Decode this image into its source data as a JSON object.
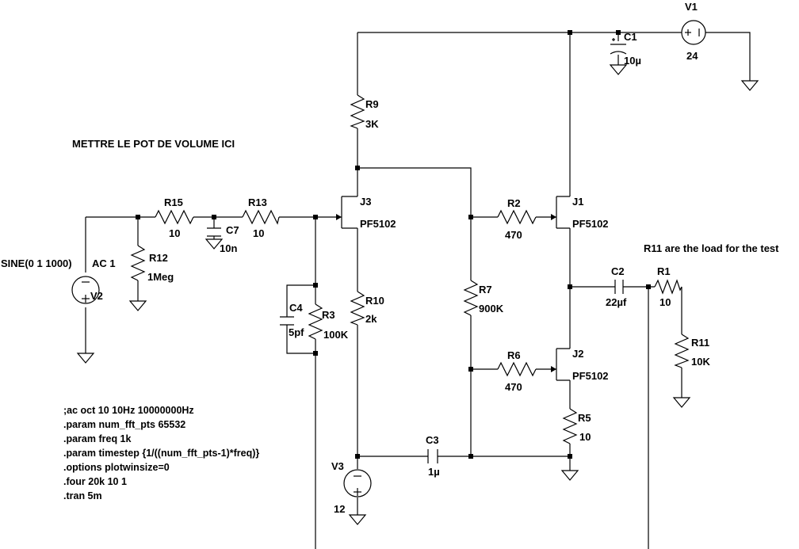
{
  "labels": {
    "v1": "V1",
    "v1_val": "24",
    "c1": "C1",
    "c1_val": "10µ",
    "r9": "R9",
    "r9_val": "3K",
    "r15": "R15",
    "r15_val": "10",
    "r13": "R13",
    "r13_val": "10",
    "c7": "C7",
    "c7_val": "10n",
    "r12": "R12",
    "r12_val": "1Meg",
    "v2_source": "SINE(0 1 1000)",
    "v2_ac": "AC 1",
    "v2": "V2",
    "j3": "J3",
    "j3_val": "PF5102",
    "c4": "C4",
    "c4_val": "5pf",
    "r3": "R3",
    "r3_val": "100K",
    "r10": "R10",
    "r10_val": "2k",
    "r7": "R7",
    "r7_val": "900K",
    "r2": "R2",
    "r2_val": "470",
    "j1": "J1",
    "j1_val": "PF5102",
    "r6": "R6",
    "r6_val": "470",
    "j2": "J2",
    "j2_val": "PF5102",
    "r5": "R5",
    "r5_val": "10",
    "c2": "C2",
    "c2_val": "22µf",
    "r1": "R1",
    "r1_val": "10",
    "r11": "R11",
    "r11_val": "10K",
    "c3": "C3",
    "c3_val": "1µ",
    "v3": "V3",
    "v3_val": "12"
  },
  "comments": {
    "volume_note": "METTRE LE POT DE VOLUME ICI",
    "load_note": "R11 are the load for the test"
  },
  "directives": [
    ";ac oct 10 10Hz 10000000Hz",
    ".param num_fft_pts 65532",
    ".param freq 1k",
    ".param timestep {1/((num_fft_pts-1)*freq)}",
    ".options plotwinsize=0",
    ".four 20k 10 1",
    ".tran 5m"
  ]
}
